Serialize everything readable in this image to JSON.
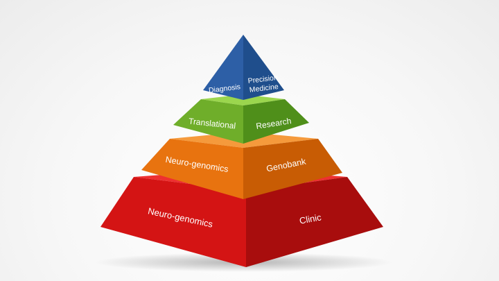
{
  "pyramid": {
    "tiers": [
      {
        "left_label_lines": [
          "Diagnosis"
        ],
        "right_label_lines": [
          "Precision",
          "Medicine"
        ],
        "colors": {
          "left": "#2d5fa6",
          "right": "#1f4e8c",
          "top": "#3f7bc4"
        }
      },
      {
        "left_label_lines": [
          "Translational"
        ],
        "right_label_lines": [
          "Research"
        ],
        "colors": {
          "left": "#6fae2a",
          "right": "#4f8f1a",
          "top": "#9bd64e"
        }
      },
      {
        "left_label_lines": [
          "Neuro-genomics"
        ],
        "right_label_lines": [
          "Genobank"
        ],
        "colors": {
          "left": "#e8730f",
          "right": "#c85c04",
          "top": "#f59a3c"
        }
      },
      {
        "left_label_lines": [
          "Neuro-genomics"
        ],
        "right_label_lines": [
          "Clinic"
        ],
        "colors": {
          "left": "#d41414",
          "right": "#a80d0d",
          "top": "#ee3030"
        }
      }
    ]
  }
}
